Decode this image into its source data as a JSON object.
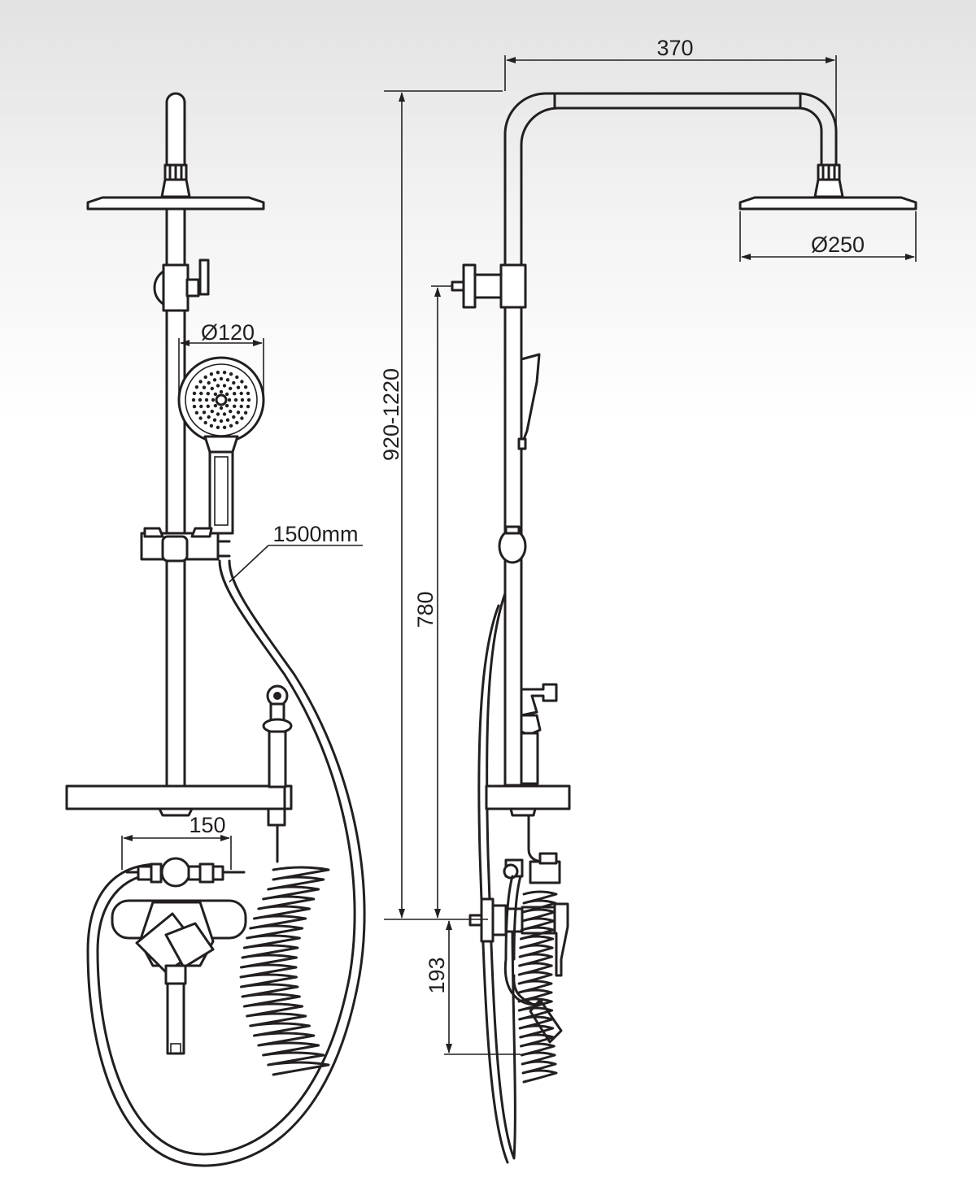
{
  "dimensions": {
    "rain_shower_arm_width": "370",
    "rain_shower_head_diameter": "Ø250",
    "hand_shower_diameter": "Ø120",
    "hose_length": "1500mm",
    "total_height_range": "920-1220",
    "column_height": "780",
    "mixer_inlet_spacing": "150",
    "outlet_to_inlet_height": "193"
  },
  "colors": {
    "line": "#231f20",
    "background_top": "#e2e2e2",
    "background_bottom": "#ffffff"
  }
}
